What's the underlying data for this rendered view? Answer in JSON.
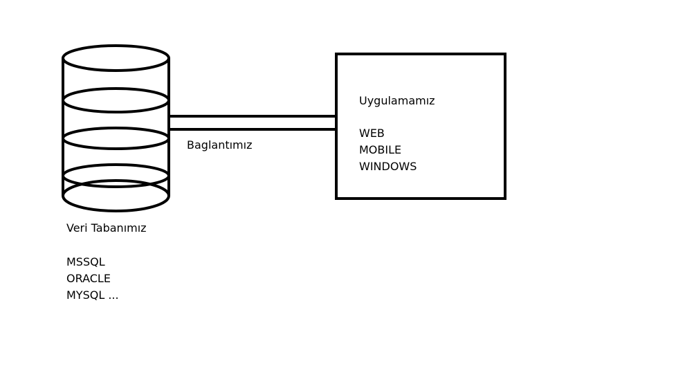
{
  "database": {
    "title": "Veri Tabanımız",
    "items": [
      "MSSQL",
      "ORACLE",
      "MYSQL ..."
    ]
  },
  "connection": {
    "label": "Baglantımız"
  },
  "application": {
    "title": "Uygulamamız",
    "items": [
      "WEB",
      "MOBILE",
      "WINDOWS"
    ]
  },
  "colors": {
    "stroke": "#000000",
    "background": "#ffffff"
  }
}
